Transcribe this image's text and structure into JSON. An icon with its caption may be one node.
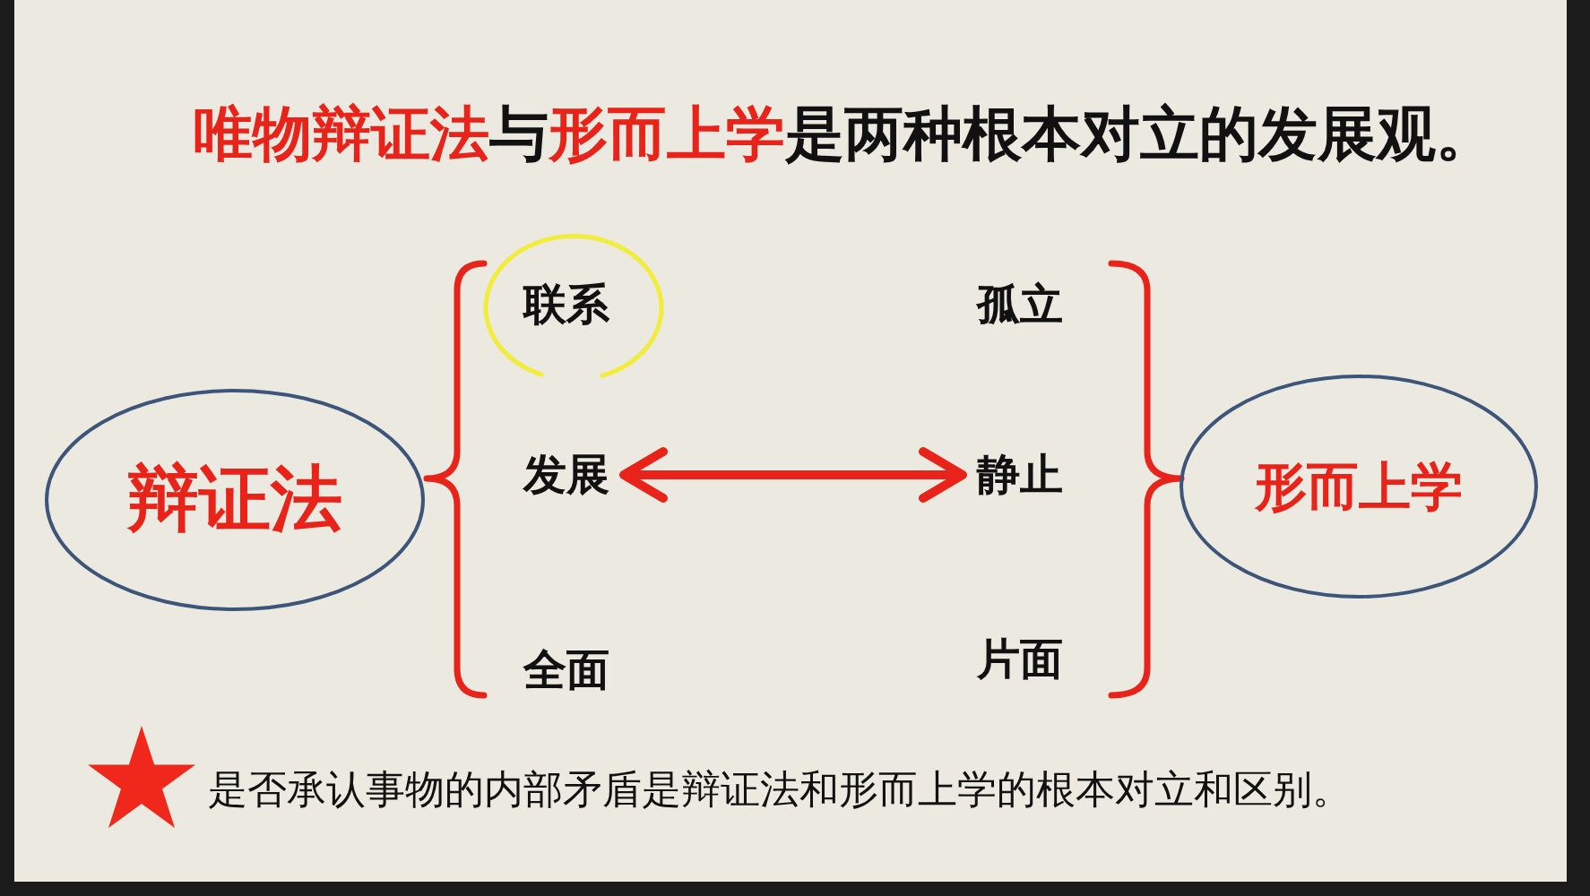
{
  "diagram": {
    "title": "**唯物辩证法**与**形而上学**是两种根本对立的发展观。",
    "nodes": [
      {
        "text": [
          "辩证法"
        ]
      },
      {
        "text": [
          "联系"
        ]
      },
      {
        "text": [
          "发展"
        ]
      },
      {
        "text": [
          "全面"
        ]
      },
      {
        "text": [
          "孤立"
        ]
      },
      {
        "text": [
          "静止"
        ]
      },
      {
        "text": [
          "片面"
        ]
      },
      {
        "text": [
          "形而上学"
        ]
      }
    ],
    "edges": [
      {
        "from": 2,
        "to": 5,
        "arrow": "both"
      }
    ],
    "labels": [
      "是否承认事物的内部矛盾是辩证法和形而上学的根本对立和区别。"
    ]
  }
}
